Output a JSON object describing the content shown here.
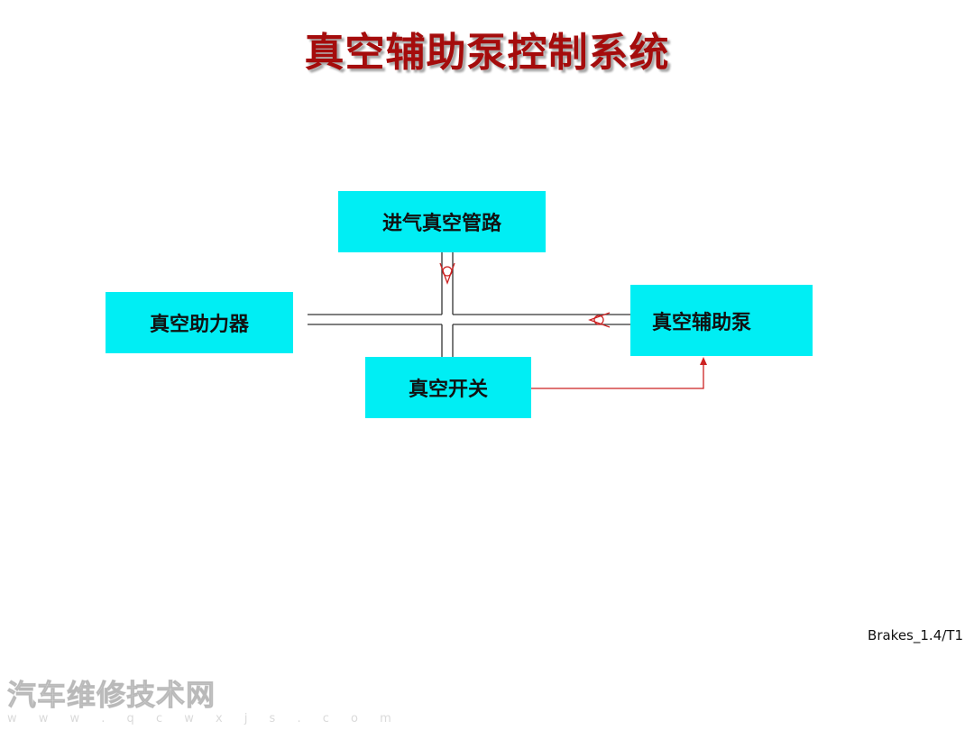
{
  "title": "真空辅助泵控制系统",
  "boxes": {
    "intake": "进气真空管路",
    "booster": "真空助力器",
    "pump": "真空辅助泵",
    "switch": "真空开关"
  },
  "footer_code": "Brakes_1.4/T1",
  "watermark": {
    "main": "汽车维修技术网",
    "url": "w w w . q c w x j s . c o m"
  },
  "colors": {
    "box_fill": "#00eef4",
    "title": "#a50c0c",
    "check_valve": "#cc2222",
    "signal_line": "#cc2222",
    "pipe": "#333333"
  },
  "icons": [
    "check-valve-icon",
    "arrow-up-icon"
  ]
}
